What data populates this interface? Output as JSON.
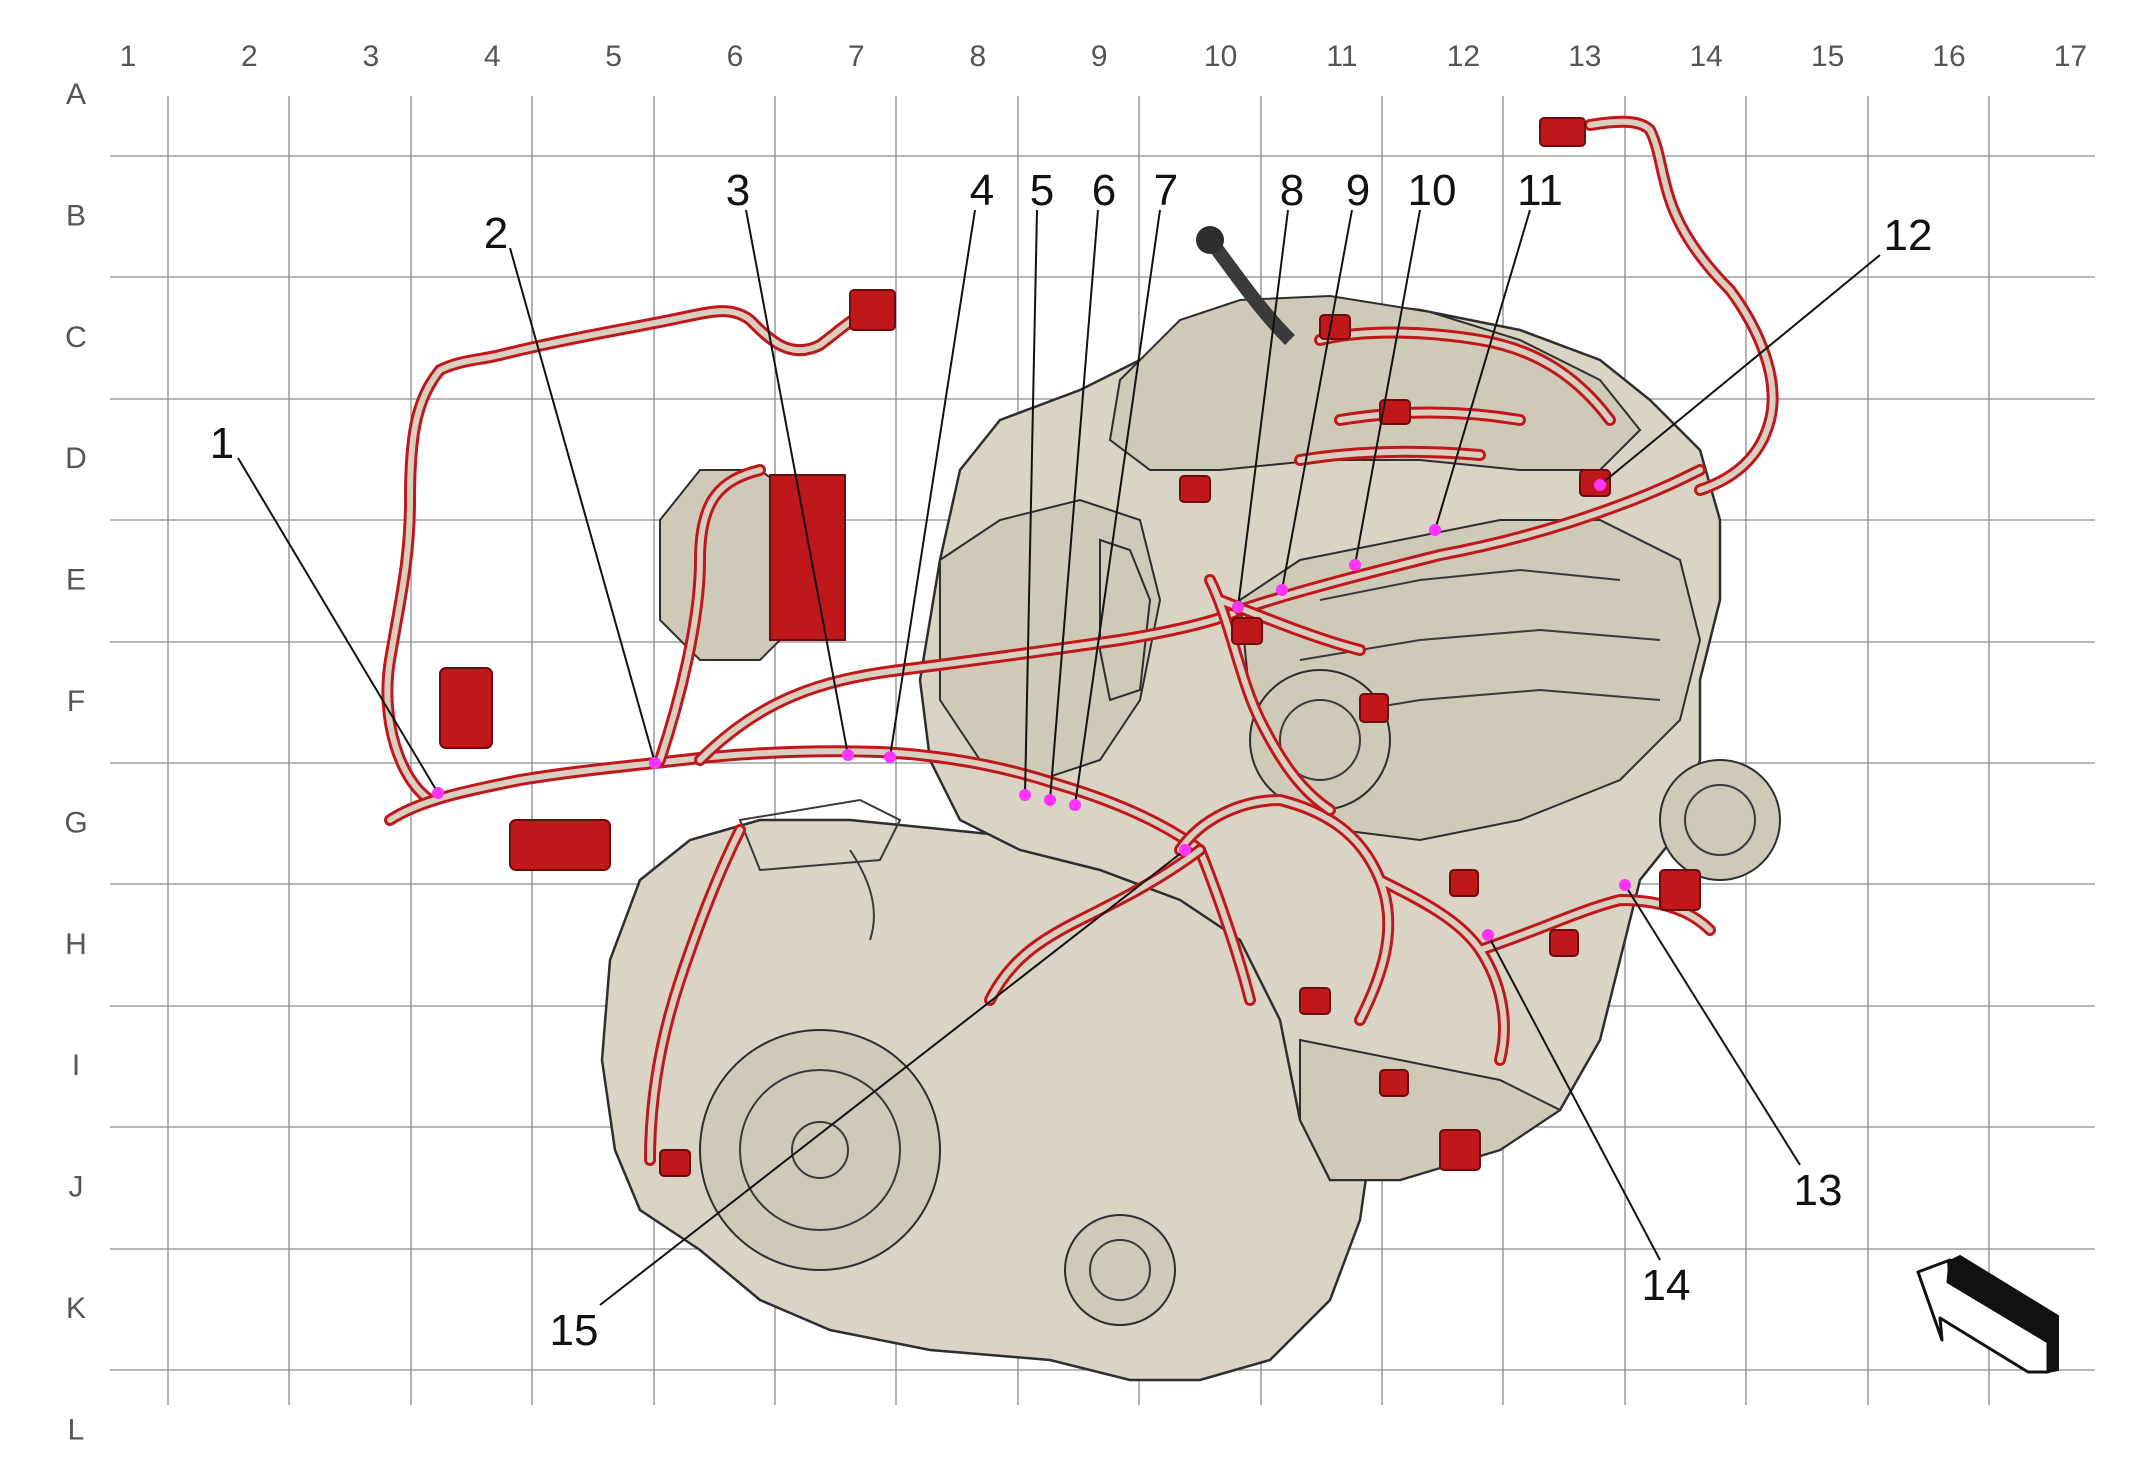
{
  "grid": {
    "columns": [
      "1",
      "2",
      "3",
      "4",
      "5",
      "6",
      "7",
      "8",
      "9",
      "10",
      "11",
      "12",
      "13",
      "14",
      "15",
      "16",
      "17"
    ],
    "rows": [
      "A",
      "B",
      "C",
      "D",
      "E",
      "F",
      "G",
      "H",
      "I",
      "J",
      "K",
      "L"
    ]
  },
  "callouts": [
    "1",
    "2",
    "3",
    "4",
    "5",
    "6",
    "7",
    "8",
    "9",
    "10",
    "11",
    "12",
    "13",
    "14",
    "15"
  ],
  "colors": {
    "harness": "#c0171b",
    "engine_body": "#d9d4c4",
    "grid_line": "#8c8c8c",
    "connector_marker": "#ff33ff"
  },
  "icons": {
    "orientation": "front-direction-arrow-icon"
  }
}
